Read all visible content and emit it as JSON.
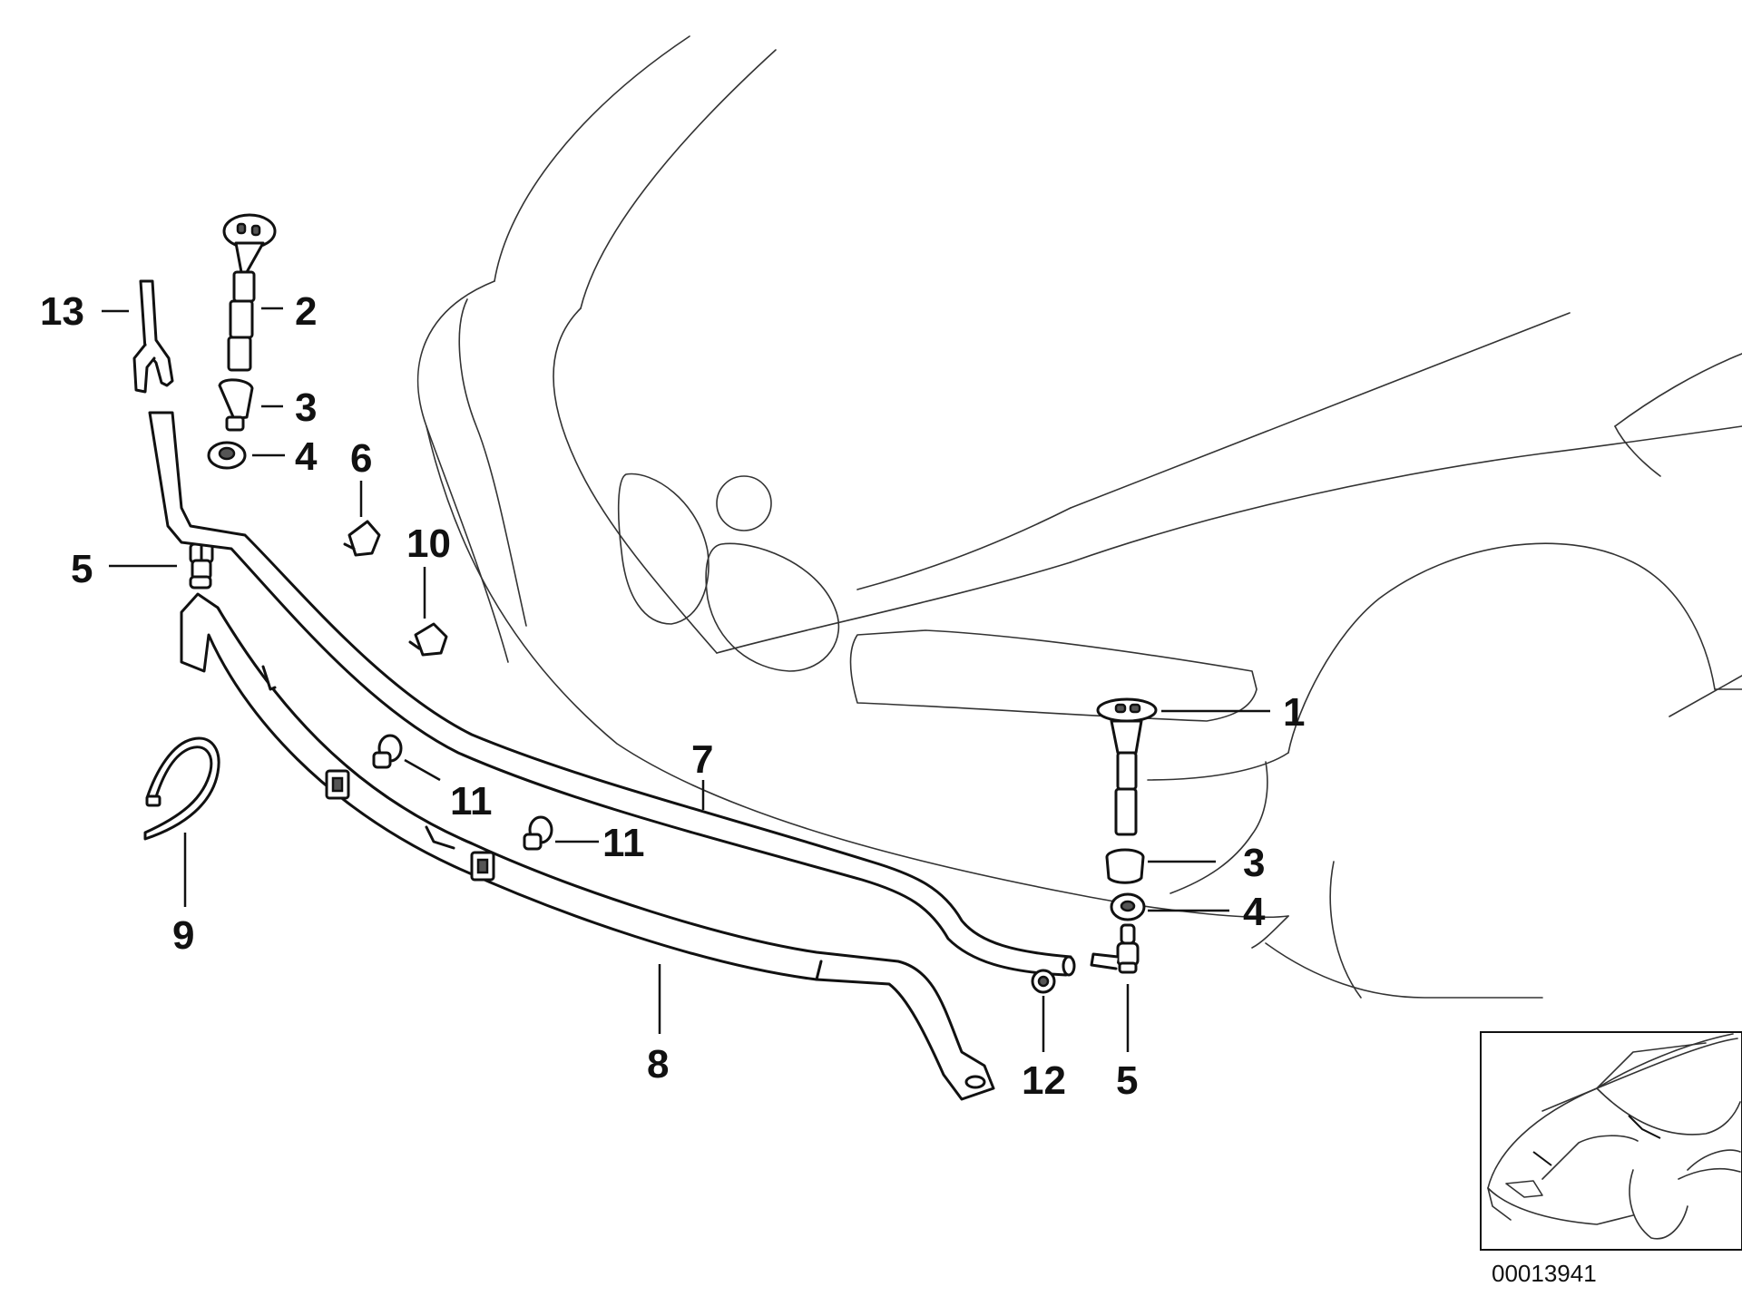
{
  "diagram": {
    "callouts": [
      {
        "id": "callout-1",
        "label": "1"
      },
      {
        "id": "callout-2",
        "label": "2"
      },
      {
        "id": "callout-3-left",
        "label": "3"
      },
      {
        "id": "callout-3-right",
        "label": "3"
      },
      {
        "id": "callout-4-left",
        "label": "4"
      },
      {
        "id": "callout-4-right",
        "label": "4"
      },
      {
        "id": "callout-5-left",
        "label": "5"
      },
      {
        "id": "callout-5-right",
        "label": "5"
      },
      {
        "id": "callout-6",
        "label": "6"
      },
      {
        "id": "callout-7",
        "label": "7"
      },
      {
        "id": "callout-8",
        "label": "8"
      },
      {
        "id": "callout-9",
        "label": "9"
      },
      {
        "id": "callout-10",
        "label": "10"
      },
      {
        "id": "callout-11-upper",
        "label": "11"
      },
      {
        "id": "callout-11-lower",
        "label": "11"
      },
      {
        "id": "callout-12",
        "label": "12"
      },
      {
        "id": "callout-13",
        "label": "13"
      }
    ],
    "reference_code": "00013941"
  }
}
